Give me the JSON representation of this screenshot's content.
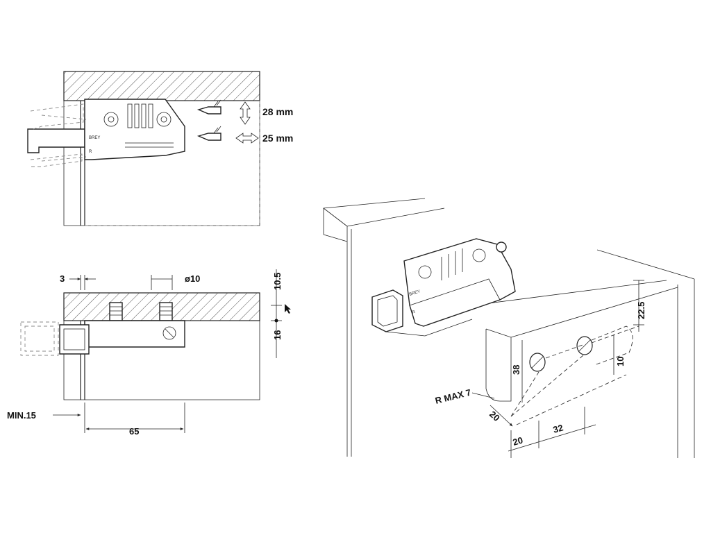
{
  "top_view": {
    "brand_label": "BREY",
    "mark_label": "R",
    "height_adjust": "28 mm",
    "depth_adjust": "25 mm"
  },
  "side_view": {
    "dim_setback": "3",
    "dim_dowel_diameter": "ø10",
    "dim_dowel_offset": "10.5",
    "dim_height": "16",
    "dim_min_panel": "MIN.15",
    "dim_length": "65"
  },
  "iso_view": {
    "brand_label": "BREY",
    "mark_label": "R",
    "dim_edge_top": "22.5",
    "dim_diameter": "10",
    "dim_height": "38",
    "dim_radius": "R MAX 7",
    "dim_depth": "20",
    "dim_offset": "20",
    "dim_spacing": "32"
  },
  "colors": {
    "line": "#222222",
    "hatch": "#555555",
    "background": "#ffffff"
  }
}
